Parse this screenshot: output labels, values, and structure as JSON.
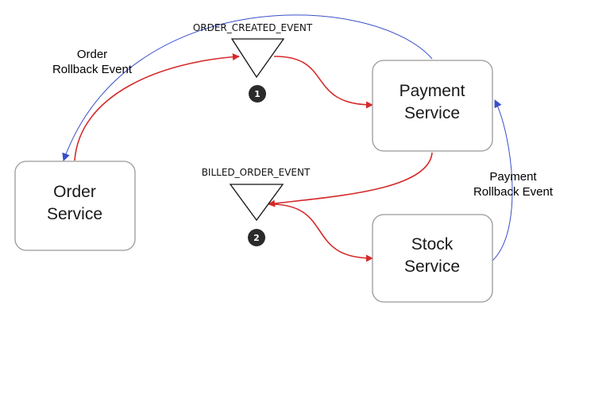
{
  "nodes": {
    "order": {
      "line1": "Order",
      "line2": "Service"
    },
    "payment": {
      "line1": "Payment",
      "line2": "Service"
    },
    "stock": {
      "line1": "Stock",
      "line2": "Service"
    }
  },
  "events": {
    "order_created": {
      "label": "ORDER_CREATED_EVENT",
      "badge": "1"
    },
    "billed_order": {
      "label": "BILLED_ORDER_EVENT",
      "badge": "2"
    }
  },
  "rollbacks": {
    "order": {
      "line1": "Order",
      "line2": "Rollback Event"
    },
    "payment": {
      "line1": "Payment",
      "line2": "Rollback Event"
    }
  },
  "colors": {
    "flow": "#d42a2a",
    "rollback": "#3a4fc9",
    "node_border": "#999999",
    "badge": "#2b2b2b"
  }
}
